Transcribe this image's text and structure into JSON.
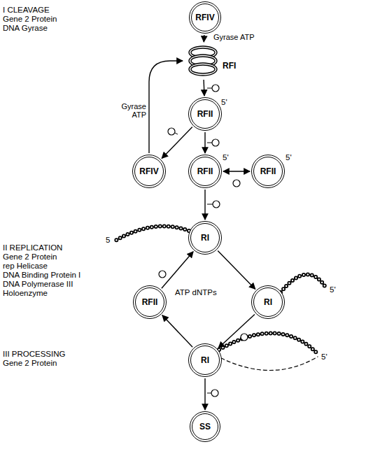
{
  "diagram": {
    "nodes": [
      {
        "text": [
          "RFIV"
        ]
      },
      {
        "text": [
          "RFI"
        ]
      },
      {
        "text": [
          "RFII"
        ]
      },
      {
        "text": [
          "RFIV"
        ]
      },
      {
        "text": [
          "RFII"
        ]
      },
      {
        "text": [
          "RFII"
        ]
      },
      {
        "text": [
          "RI"
        ]
      },
      {
        "text": [
          "RI"
        ]
      },
      {
        "text": [
          "RFII"
        ]
      },
      {
        "text": [
          "RI"
        ]
      },
      {
        "text": [
          "SS"
        ]
      }
    ],
    "edges": [
      {
        "from": 0,
        "to": 1,
        "arrow": "to",
        "label": "Gyrase ATP"
      },
      {
        "from": 1,
        "to": 2,
        "arrow": "to"
      },
      {
        "from": 2,
        "to": 3,
        "arrow": "to"
      },
      {
        "from": 2,
        "to": 4,
        "arrow": "to"
      },
      {
        "from": 3,
        "to": 1,
        "arrow": "to",
        "label": "Gyrase ATP"
      },
      {
        "from": 4,
        "to": 5,
        "arrow": "both"
      },
      {
        "from": 4,
        "to": 6,
        "arrow": "to"
      },
      {
        "from": 6,
        "to": 7,
        "arrow": "to"
      },
      {
        "from": 7,
        "to": 9,
        "arrow": "to"
      },
      {
        "from": 9,
        "to": 8,
        "arrow": "to"
      },
      {
        "from": 8,
        "to": 6,
        "arrow": "to"
      },
      {
        "from": 9,
        "to": 10,
        "arrow": "to"
      }
    ],
    "labels": [
      "I CLEAVAGE",
      "Gene 2 Protein",
      "DNA Gyrase",
      "5'",
      "5'",
      "5'",
      "II REPLICATION",
      "Gene 2 Protein",
      "rep Helicase",
      "DNA Binding Protein I",
      "DNA Polymerase III",
      "Holoenzyme",
      "5",
      "ATP dNTPs",
      "5'",
      "III PROCESSING",
      "Gene 2 Protein",
      "5'"
    ]
  }
}
